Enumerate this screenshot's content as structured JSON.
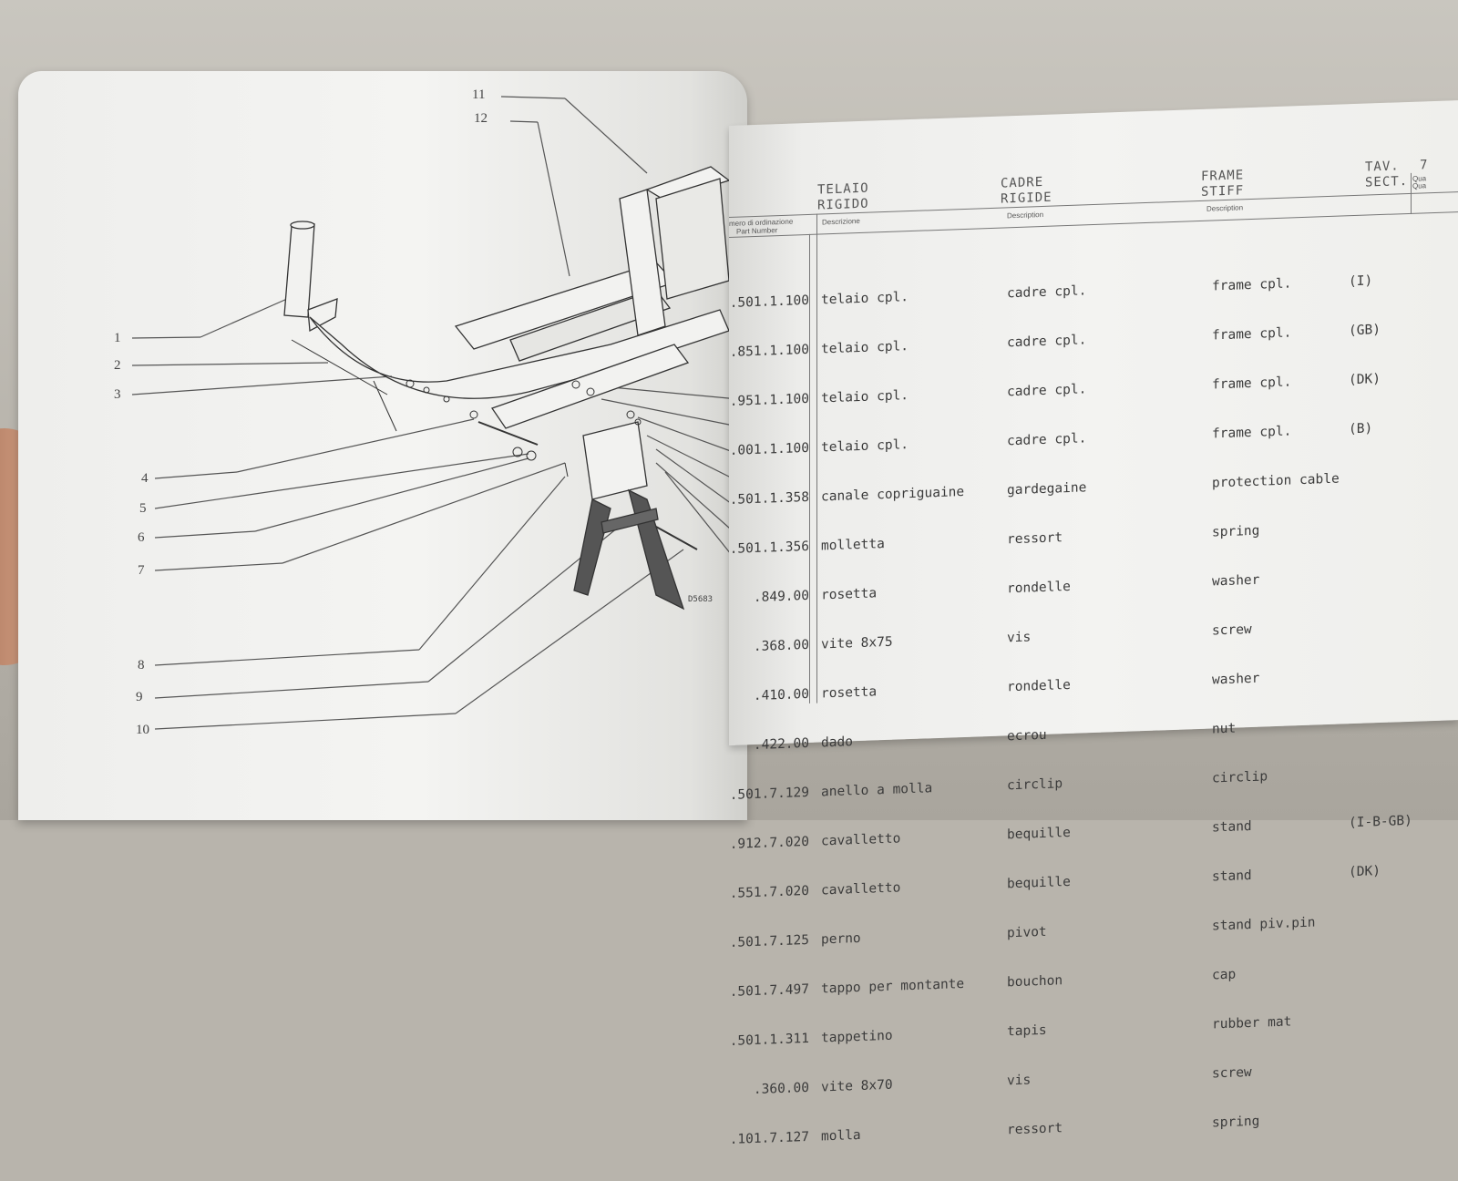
{
  "callouts": [
    "1",
    "2",
    "3",
    "4",
    "5",
    "6",
    "7",
    "8",
    "9",
    "10",
    "11",
    "12"
  ],
  "header": {
    "it": [
      "TELAIO",
      "RIGIDO"
    ],
    "fr": [
      "CADRE",
      "RIGIDE"
    ],
    "en": [
      "FRAME",
      "STIFF"
    ],
    "tav": [
      "TAV.",
      "SECT.",
      "7"
    ]
  },
  "column_headers": {
    "part_number": [
      "mero di ordinazione",
      "Part Number"
    ],
    "desc_it": "Descrizione",
    "desc_fr": "Description",
    "desc_en": "Description",
    "qty": [
      "Qua",
      "Qua"
    ]
  },
  "parts": [
    {
      "num": ".501.1.100",
      "it": "telaio cpl.",
      "fr": "cadre cpl.",
      "en": "frame cpl.",
      "note": "(I)"
    },
    {
      "num": ".851.1.100",
      "it": "telaio cpl.",
      "fr": "cadre cpl.",
      "en": "frame cpl.",
      "note": "(GB)"
    },
    {
      "num": ".951.1.100",
      "it": "telaio cpl.",
      "fr": "cadre cpl.",
      "en": "frame cpl.",
      "note": "(DK)"
    },
    {
      "num": ".001.1.100",
      "it": "telaio cpl.",
      "fr": "cadre cpl.",
      "en": "frame cpl.",
      "note": "(B)"
    },
    {
      "num": ".501.1.358",
      "it": "canale copriguaine",
      "fr": "gardegaine",
      "en": "protection cable",
      "note": ""
    },
    {
      "num": ".501.1.356",
      "it": "molletta",
      "fr": "ressort",
      "en": "spring",
      "note": ""
    },
    {
      "num": ".849.00",
      "it": "rosetta",
      "fr": "rondelle",
      "en": "washer",
      "note": ""
    },
    {
      "num": ".368.00",
      "it": "vite 8x75",
      "fr": "vis",
      "en": "screw",
      "note": ""
    },
    {
      "num": ".410.00",
      "it": "rosetta",
      "fr": "rondelle",
      "en": "washer",
      "note": ""
    },
    {
      "num": ".422.00",
      "it": "dado",
      "fr": "ecrou",
      "en": "nut",
      "note": ""
    },
    {
      "num": ".501.7.129",
      "it": "anello a molla",
      "fr": "circlip",
      "en": "circlip",
      "note": ""
    },
    {
      "num": ".912.7.020",
      "it": "cavalletto",
      "fr": "bequille",
      "en": "stand",
      "note": "(I-B-GB)"
    },
    {
      "num": ".551.7.020",
      "it": "cavalletto",
      "fr": "bequille",
      "en": "stand",
      "note": "(DK)"
    },
    {
      "num": ".501.7.125",
      "it": "perno",
      "fr": "pivot",
      "en": "stand piv.pin",
      "note": ""
    },
    {
      "num": ".501.7.497",
      "it": "tappo per montante",
      "fr": "bouchon",
      "en": "cap",
      "note": ""
    },
    {
      "num": ".501.1.311",
      "it": "tappetino",
      "fr": "tapis",
      "en": "rubber mat",
      "note": ""
    },
    {
      "num": ".360.00",
      "it": "vite 8x70",
      "fr": "vis",
      "en": "screw",
      "note": ""
    },
    {
      "num": ".101.7.127",
      "it": "molla",
      "fr": "ressort",
      "en": "spring",
      "note": ""
    }
  ],
  "drawing_stamp": "D5683"
}
